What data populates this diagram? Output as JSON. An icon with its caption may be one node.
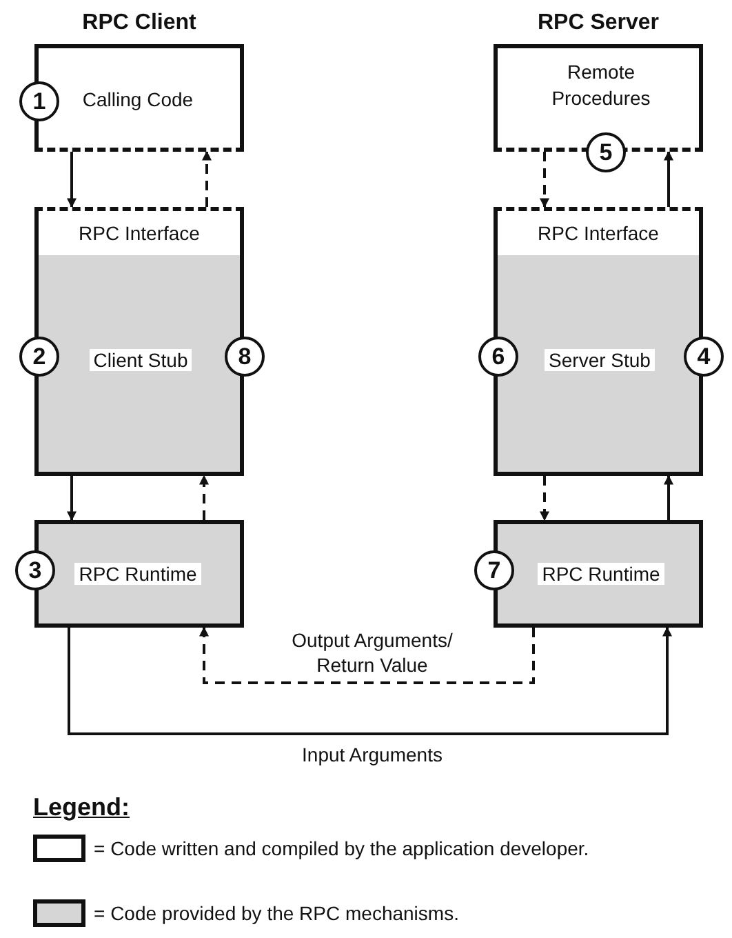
{
  "diagram": {
    "nodes": [
      {
        "text": [
          "RPC Client",
          "Calling Code"
        ]
      },
      {
        "text": [
          "1"
        ]
      },
      {
        "text": [
          "RPC Interface",
          "Client Stub"
        ]
      },
      {
        "text": [
          "2"
        ]
      },
      {
        "text": [
          "8"
        ]
      },
      {
        "text": [
          "RPC Runtime"
        ]
      },
      {
        "text": [
          "3"
        ]
      },
      {
        "text": [
          "RPC Server",
          "Remote Procedures"
        ]
      },
      {
        "text": [
          "5"
        ]
      },
      {
        "text": [
          "RPC Interface",
          "Server Stub"
        ]
      },
      {
        "text": [
          "6"
        ]
      },
      {
        "text": [
          "4"
        ]
      },
      {
        "text": [
          "RPC Runtime"
        ]
      },
      {
        "text": [
          "7"
        ]
      }
    ],
    "edges": [
      {
        "from": 0,
        "to": 2,
        "arrow": "to"
      },
      {
        "from": 2,
        "to": 0,
        "arrow": "to",
        "style": "dashed"
      },
      {
        "from": 2,
        "to": 5,
        "arrow": "to"
      },
      {
        "from": 5,
        "to": 2,
        "arrow": "to",
        "style": "dashed"
      },
      {
        "from": 7,
        "to": 9,
        "arrow": "to",
        "style": "dashed"
      },
      {
        "from": 9,
        "to": 7,
        "arrow": "to"
      },
      {
        "from": 9,
        "to": 12,
        "arrow": "to",
        "style": "dashed"
      },
      {
        "from": 12,
        "to": 9,
        "arrow": "to"
      },
      {
        "from": 12,
        "to": 5,
        "arrow": "to",
        "style": "dashed",
        "label": "Output Arguments/ Return Value"
      },
      {
        "from": 5,
        "to": 12,
        "arrow": "to",
        "label": "Input Arguments"
      }
    ],
    "labels": [
      "Legend:"
    ],
    "legend": [
      {
        "text": "= Code written and compiled by the application developer.",
        "color": "#ffffff"
      },
      {
        "text": "= Code provided by the RPC mechanisms.",
        "color": "#d6d6d6"
      }
    ]
  }
}
